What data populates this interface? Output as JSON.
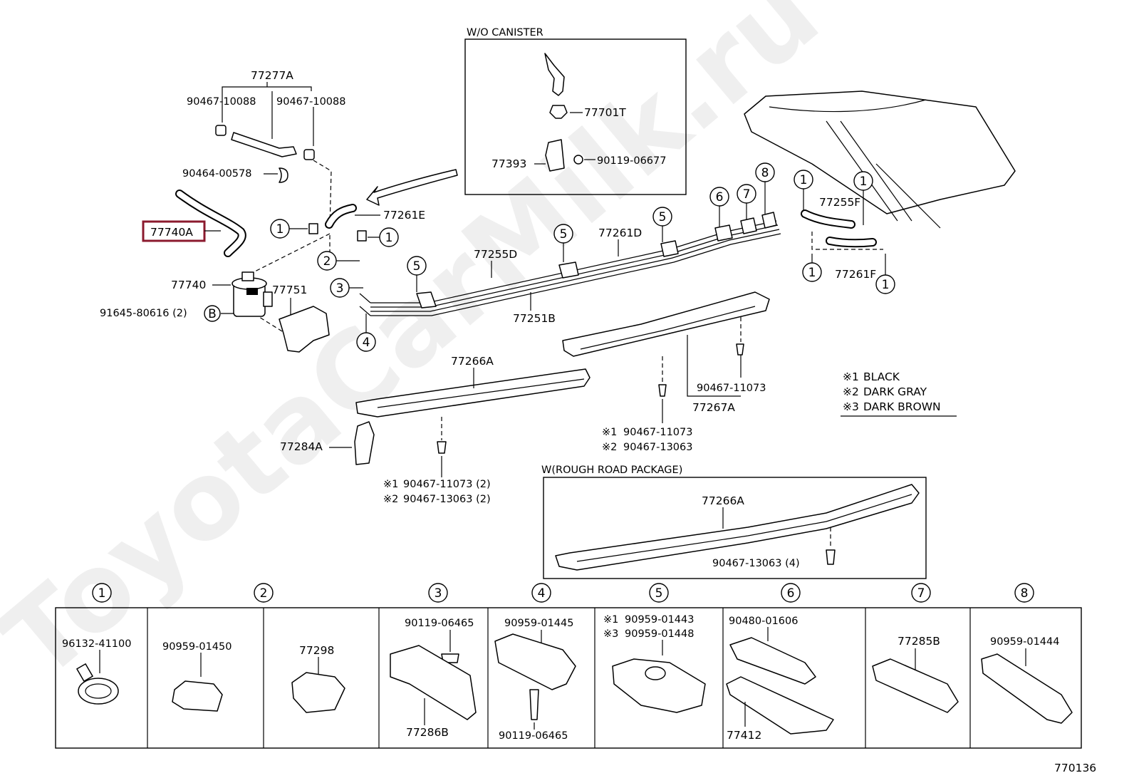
{
  "diagram_id": "770136",
  "watermark": "ToyotaCarMilk.ru",
  "highlight_color": "#8b1a2e",
  "highlighted_part": "77740A",
  "boxes": {
    "wo_canister": "W/O CANISTER",
    "rough_road": "W(ROUGH ROAD PACKAGE)"
  },
  "labels": {
    "p77277A": "77277A",
    "p90467_10088_l": "90467-10088",
    "p90467_10088_r": "90467-10088",
    "p90464_00578": "90464-00578",
    "p77261E": "77261E",
    "p77740": "77740",
    "p77751": "77751",
    "p91645": "91645-80616 (2)",
    "p77701T": "77701T",
    "p77393": "77393",
    "p90119_06677": "90119-06677",
    "p77255D": "77255D",
    "p77261D": "77261D",
    "p77251B": "77251B",
    "p77255F": "77255F",
    "p77261F": "77261F",
    "p77266A": "77266A",
    "p77284A": "77284A",
    "p90467_11073_a": "90467-11073 (2)",
    "p90467_13063_a": "90467-13063 (2)",
    "p90467_11073_b": "90467-11073",
    "p90467_13063_b": "90467-13063",
    "p90467_11073_c": "90467-11073",
    "p77267A": "77267A",
    "p77266A_rr": "77266A",
    "p90467_13063_rr": "90467-13063 (4)"
  },
  "callout_b": "B",
  "note_prefix": "※",
  "legend": [
    {
      "num": "1",
      "text": "BLACK"
    },
    {
      "num": "2",
      "text": "DARK GRAY"
    },
    {
      "num": "3",
      "text": "DARK BROWN"
    }
  ],
  "table": [
    {
      "num": "1",
      "parts": [
        "96132-41100"
      ]
    },
    {
      "num": "2",
      "parts": [
        "90959-01450",
        "77298"
      ]
    },
    {
      "num": "3",
      "parts": [
        "90119-06465",
        "77286B"
      ]
    },
    {
      "num": "4",
      "parts": [
        "90959-01445",
        "90119-06465"
      ]
    },
    {
      "num": "5",
      "parts": [
        "90959-01443",
        "90959-01448"
      ],
      "notes": [
        "1",
        "3"
      ]
    },
    {
      "num": "6",
      "parts": [
        "90480-01606",
        "77412"
      ]
    },
    {
      "num": "7",
      "parts": [
        "77285B"
      ]
    },
    {
      "num": "8",
      "parts": [
        "90959-01444"
      ]
    }
  ]
}
